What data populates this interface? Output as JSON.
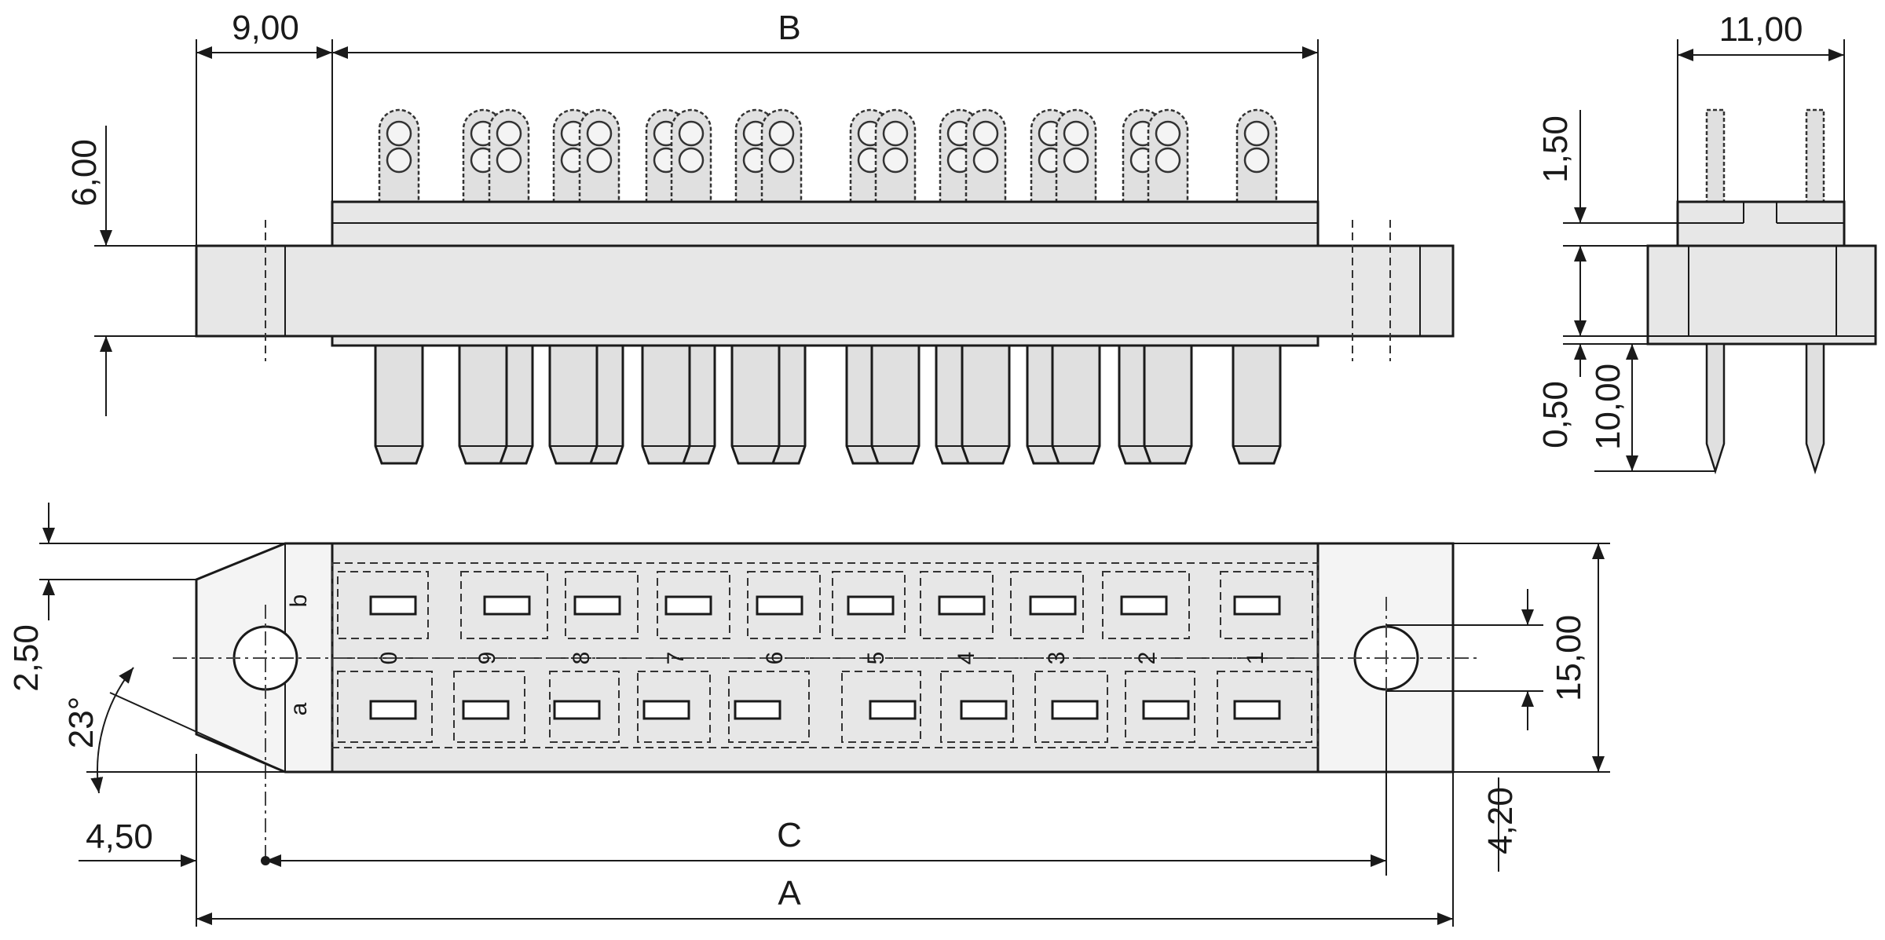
{
  "dimensions": {
    "d_9_00": "9,00",
    "d_B": "B",
    "d_11_00": "11,00",
    "d_6_00": "6,00",
    "d_1_50": "1,50",
    "d_0_50": "0,50",
    "d_10_00": "10,00",
    "d_2_50": "2,50",
    "d_23deg": "23°",
    "d_4_50": "4,50",
    "d_C": "C",
    "d_A": "A",
    "d_15_00": "15,00",
    "d_4_20": "4,20"
  },
  "row_labels": {
    "b": "b",
    "a": "a"
  },
  "contact_numbers": [
    "0",
    "9",
    "8",
    "7",
    "6",
    "5",
    "4",
    "3",
    "2",
    "1"
  ]
}
